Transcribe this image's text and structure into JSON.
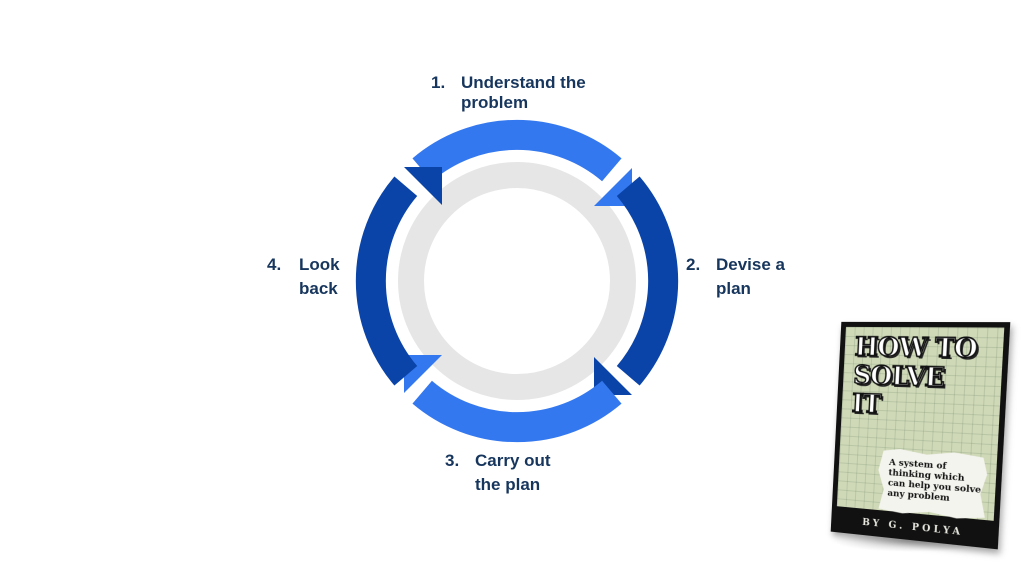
{
  "diagram": {
    "steps": [
      {
        "num": "1.",
        "text": "Understand the problem"
      },
      {
        "num": "2.",
        "text": "Devise a plan"
      },
      {
        "num": "3.",
        "text": "Carry out the plan"
      },
      {
        "num": "4.",
        "text": "Look back"
      }
    ],
    "colors": {
      "arc_light": "#3478f0",
      "arc_dark": "#0b44a8",
      "inner_ring": "#e6e6e6",
      "label": "#17365d"
    }
  },
  "book": {
    "title": "HOW TO\nSOLVE\nIT",
    "tagline": "A system of\nthinking which\ncan help you solve\nany problem",
    "author": "BY G. POLYA"
  }
}
